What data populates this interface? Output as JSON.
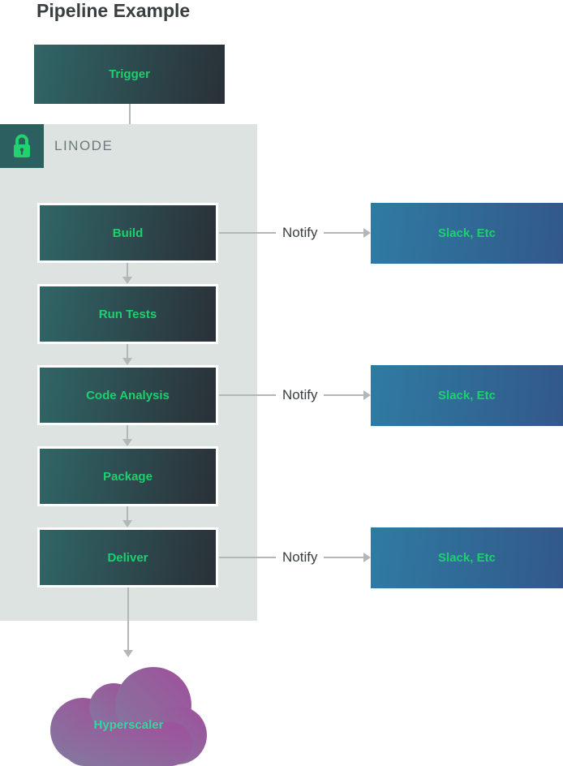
{
  "title": "Pipeline Example",
  "trigger": {
    "label": "Trigger"
  },
  "linode_group": {
    "label": "LINODE",
    "icon": "lock-icon"
  },
  "steps": [
    {
      "label": "Build"
    },
    {
      "label": "Run Tests"
    },
    {
      "label": "Code Analysis"
    },
    {
      "label": "Package"
    },
    {
      "label": "Deliver"
    }
  ],
  "notify": {
    "label": "Notify",
    "target_label": "Slack, Etc"
  },
  "cloud": {
    "label": "Hyperscaler"
  },
  "colors": {
    "step_gradient_start": "#306667",
    "step_gradient_end": "#2a3037",
    "slack_gradient_start": "#2f7ba3",
    "slack_gradient_end": "#32588a",
    "label_green": "#1dd06e",
    "container_bg": "#dce3e1",
    "lock_bg": "#2c5f60",
    "lock_green": "#23d16e",
    "arrow_gray": "#b1b8b7",
    "cloud_gradient_start": "#83799f",
    "cloud_gradient_end": "#a04f9b",
    "hyperscaler_green": "#30d9a1",
    "title_color": "#393e41"
  }
}
